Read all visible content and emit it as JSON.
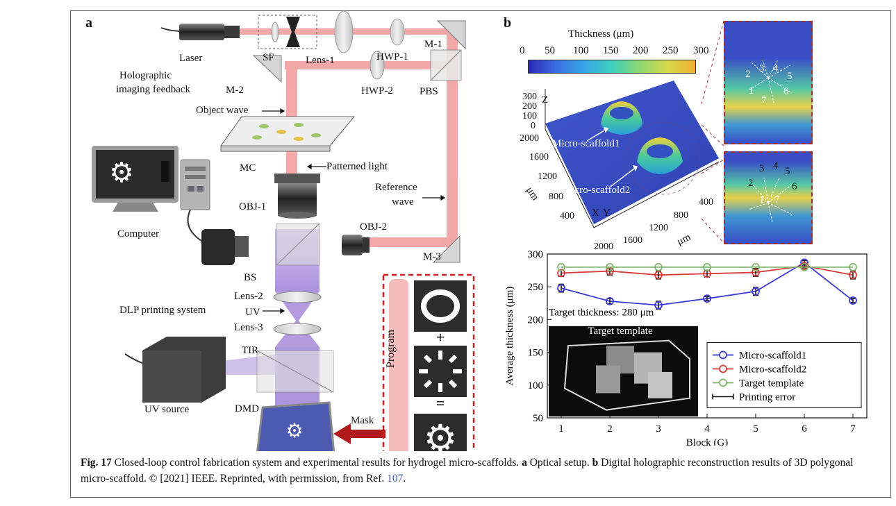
{
  "panel_a": {
    "letter": "a",
    "labels": {
      "laser": "Laser",
      "sf": "SF",
      "lens1": "Lens-1",
      "hwp1": "HWP-1",
      "m1": "M-1",
      "holo": "Holographic",
      "imaging": "imaging feedback",
      "m2": "M-2",
      "hwp2": "HWP-2",
      "pbs": "PBS",
      "object_wave": "Object wave",
      "mc": "MC",
      "patterned_light": "Patterned light",
      "obj1": "OBJ-1",
      "reference": "Reference",
      "wave": "wave",
      "computer": "Computer",
      "obj2": "OBJ-2",
      "m3": "M-3",
      "bs": "BS",
      "lens2": "Lens-2",
      "dlp": "DLP printing system",
      "uv": "UV",
      "lens3": "Lens-3",
      "tir": "TIR",
      "program": "Program",
      "uv_source": "UV source",
      "dmd": "DMD",
      "mask": "Mask"
    },
    "colors": {
      "laser_beam": "#f08080",
      "uv_beam": "#a98fd6",
      "mask_border": "#cc2222",
      "arrow": "#b11a1a"
    }
  },
  "panel_b": {
    "letter": "b",
    "colorbar": {
      "title": "Thickness (μm)",
      "ticks": [
        "0",
        "50",
        "100",
        "150",
        "200",
        "250",
        "300"
      ]
    },
    "surface": {
      "z_label": "Z",
      "z_ticks": [
        "300",
        "200",
        "100",
        "0"
      ],
      "y_ticks": [
        "2000",
        "1600",
        "1200",
        "800",
        "400"
      ],
      "y_unit": "μm",
      "x_ticks": [
        "400",
        "800",
        "1200",
        "1600",
        "2000"
      ],
      "x_unit": "μm",
      "axis_x": "X",
      "axis_y": "Y",
      "scaffold1": "Micro-scaffold1",
      "scaffold2": "Micro-scaffold2"
    },
    "insets": {
      "top_blocks": [
        "2",
        "3",
        "4",
        "5",
        "1",
        "6",
        "7"
      ],
      "bottom_blocks": [
        "3",
        "4",
        "5",
        "2",
        "6",
        "1",
        "7"
      ]
    },
    "target_text": "Target thickness: 280 μm",
    "template_label": "Target template"
  },
  "chart_data": {
    "type": "line",
    "xlabel": "Block (G)",
    "ylabel": "Average thickness (μm)",
    "categories": [
      "1",
      "2",
      "3",
      "4",
      "5",
      "6",
      "7"
    ],
    "ylim": [
      50,
      300
    ],
    "yticks": [
      "50",
      "100",
      "150",
      "200",
      "250",
      "300"
    ],
    "series": [
      {
        "name": "Micro-scaffold1",
        "color": "#3b3bd6",
        "values": [
          248,
          228,
          222,
          232,
          243,
          287,
          229
        ],
        "errors": [
          6,
          4,
          6,
          3,
          6,
          3,
          3
        ]
      },
      {
        "name": "Micro-scaffold2",
        "color": "#d63b3b",
        "values": [
          271,
          274,
          268,
          270,
          272,
          282,
          268
        ],
        "errors": [
          5,
          6,
          6,
          5,
          6,
          3,
          6
        ]
      },
      {
        "name": "Target template",
        "color": "#7fb56a",
        "values": [
          280,
          280,
          280,
          280,
          280,
          280,
          280
        ],
        "errors": null
      }
    ],
    "legend_extra": "Printing error",
    "legend_position": "bottom-right"
  },
  "caption": {
    "fig": "Fig. 17",
    "text1": " Closed-loop control fabrication system and experimental results for hydrogel micro-scaffolds. ",
    "a": "a",
    "text2": " Optical setup. ",
    "b": "b",
    "text3": " Digital holographic reconstruction results of 3D polygonal micro-scaffold. © [2021] IEEE. Reprinted, with permission, from Ref. ",
    "ref": "107",
    "end": "."
  }
}
